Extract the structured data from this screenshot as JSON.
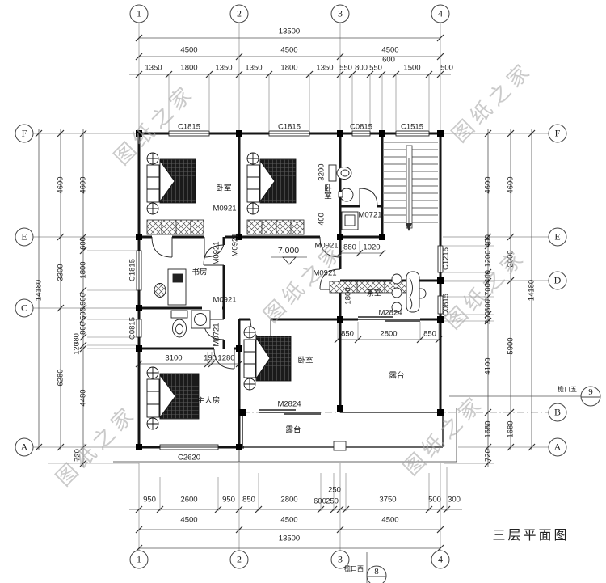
{
  "watermark": "图纸之家",
  "title": "三层平面图",
  "level": "7.000",
  "axes": {
    "cols": [
      "1",
      "2",
      "3",
      "4"
    ],
    "left": [
      "F",
      "E",
      "C",
      "A"
    ],
    "right": [
      "F",
      "E",
      "D",
      "B",
      "A"
    ]
  },
  "dims": {
    "top_total": "13500",
    "top_spans": [
      "4500",
      "4500",
      "4500"
    ],
    "top_segs": [
      "1350",
      "1800",
      "1350",
      "1350",
      "1800",
      "1350",
      "550",
      "800",
      "550",
      "600",
      "1500",
      "500"
    ],
    "bottom_segs": [
      "950",
      "2600",
      "950",
      "850",
      "2800",
      "600",
      "250",
      "250",
      "3750",
      "500",
      "300"
    ],
    "bottom_spans": [
      "4500",
      "4500",
      "4500"
    ],
    "bottom_total": "13500",
    "left_total": "14180",
    "left_spans": [
      "4600",
      "3300",
      "6280"
    ],
    "left_segs": [
      "4600",
      "600",
      "1800",
      "900",
      "500",
      "800",
      "380",
      "120",
      "4480"
    ],
    "left_below": "720",
    "right_segs": [
      "4600",
      "400",
      "1200",
      "400",
      "700",
      "800",
      "300",
      "4100",
      "1680",
      "720"
    ],
    "right_spans": [
      "4600",
      "2000",
      "5900",
      "1680"
    ],
    "right_total": "14180",
    "inner": [
      "3200",
      "400",
      "880",
      "1020",
      "1800",
      "3100",
      "190",
      "1280",
      "850",
      "2800",
      "850"
    ]
  },
  "openings": {
    "win_top": [
      "C1815",
      "C1815",
      "C0815",
      "C1515"
    ],
    "win_left": [
      "C1815",
      "C0815"
    ],
    "win_right": [
      "C1215",
      "C0815"
    ],
    "win_bottom": "C2620",
    "door_m0921": "M0921",
    "door_m0721": "M0721",
    "door_m2824": "M2824"
  },
  "rooms": {
    "bedroom": "卧室",
    "study": "书房",
    "tea_room": "茶室",
    "master_bedroom": "主人房",
    "terrace": "露台"
  },
  "callouts": {
    "eave_right_label": "檐口五",
    "eave_right_num": "9",
    "eave_bottom_label": "檐口西",
    "eave_bottom_num": "8"
  }
}
